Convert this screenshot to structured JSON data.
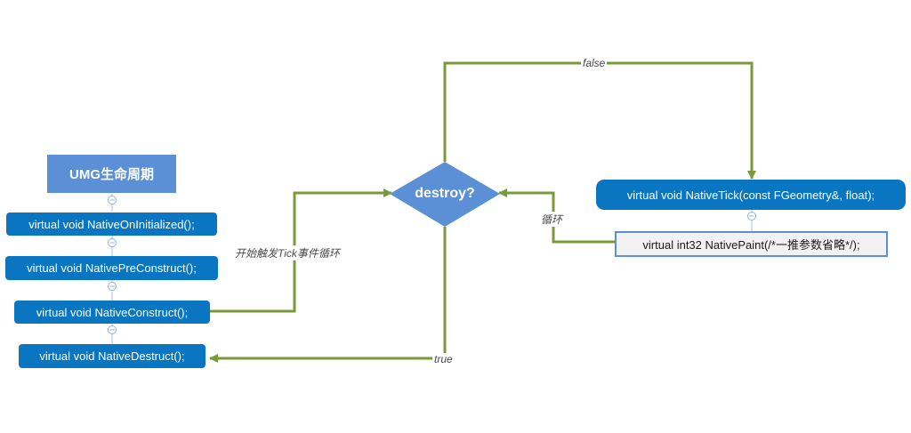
{
  "diagram": {
    "title": "UMG生命周期",
    "lifecycle": [
      "virtual void NativeOnInitialized();",
      "virtual void NativePreConstruct();",
      "virtual void NativeConstruct();",
      "virtual void NativeDestruct();"
    ],
    "decision": "destroy?",
    "tick": "virtual void NativeTick(const FGeometry&, float);",
    "paint": "virtual int32 NativePaint(/*一推参数省略*/);",
    "labels": {
      "start_tick": "开始触发Tick事件循环",
      "false": "false",
      "true": "true",
      "loop": "循环"
    }
  },
  "colors": {
    "title_bg": "#5b8fd6",
    "node_bg": "#0a76c2",
    "decision_bg": "#5b8fd6",
    "arrow": "#7a9a3a",
    "connector": "#a6c2e6"
  },
  "icons": {
    "collapse": "minus-circle-icon"
  }
}
